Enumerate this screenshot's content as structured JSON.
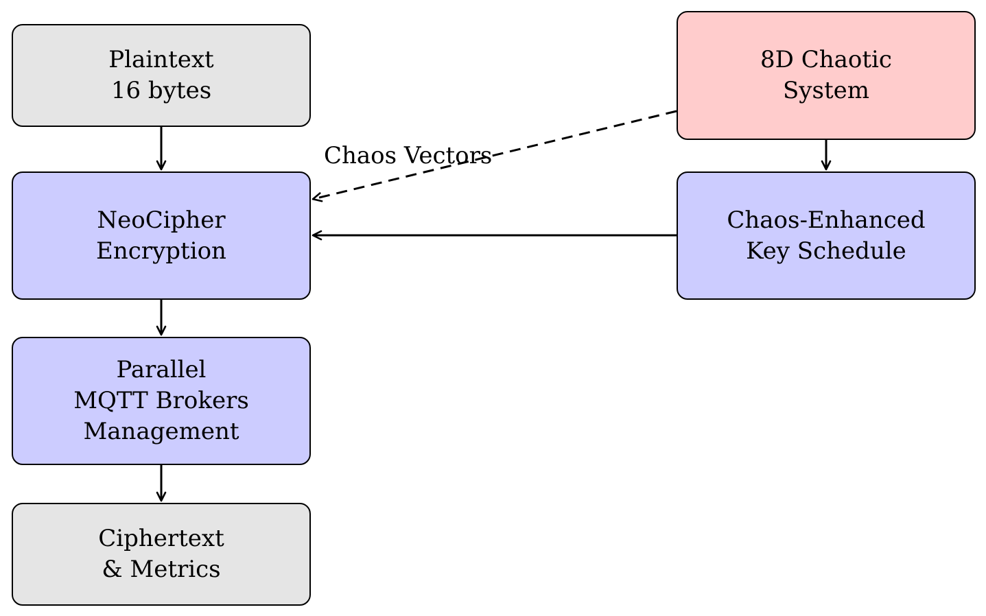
{
  "colors": {
    "io_fill": "#e5e5e5",
    "process_fill": "#ccccff",
    "chaos_fill": "#ffcccc",
    "stroke": "#000000"
  },
  "nodes": {
    "plaintext": {
      "lines": [
        "Plaintext",
        "16 bytes"
      ]
    },
    "chaotic": {
      "lines": [
        "8D Chaotic",
        "System"
      ]
    },
    "neocipher": {
      "lines": [
        "NeoCipher",
        "Encryption"
      ]
    },
    "keysched": {
      "lines": [
        "Chaos-Enhanced",
        "Key Schedule"
      ]
    },
    "mqtt": {
      "lines": [
        "Parallel",
        "MQTT Brokers",
        "Management"
      ]
    },
    "ciphertext": {
      "lines": [
        "Ciphertext",
        "& Metrics"
      ]
    }
  },
  "edges": {
    "chaos_vectors_label": "Chaos Vectors"
  }
}
